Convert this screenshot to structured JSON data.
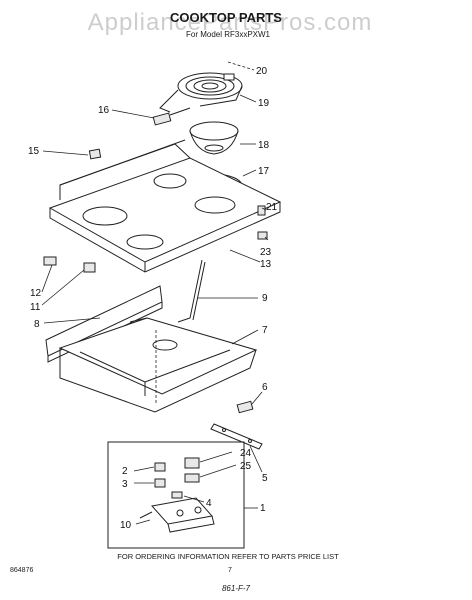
{
  "watermark": "AppliancePartsPros.com",
  "header": {
    "title": "COOKTOP PARTS",
    "model_line": "For Model RF3xxPXW1"
  },
  "callouts": [
    "20",
    "19",
    "16",
    "18",
    "15",
    "17",
    "21",
    "23",
    "13",
    "12",
    "11",
    "9",
    "8",
    "7",
    "6",
    "5",
    "24",
    "25",
    "2",
    "3",
    "4",
    "1",
    "10"
  ],
  "footer": {
    "note": "FOR ORDERING INFORMATION REFER TO PARTS PRICE LIST",
    "left_code": "864876",
    "page_number": "7",
    "handwritten": "861-F-7"
  }
}
